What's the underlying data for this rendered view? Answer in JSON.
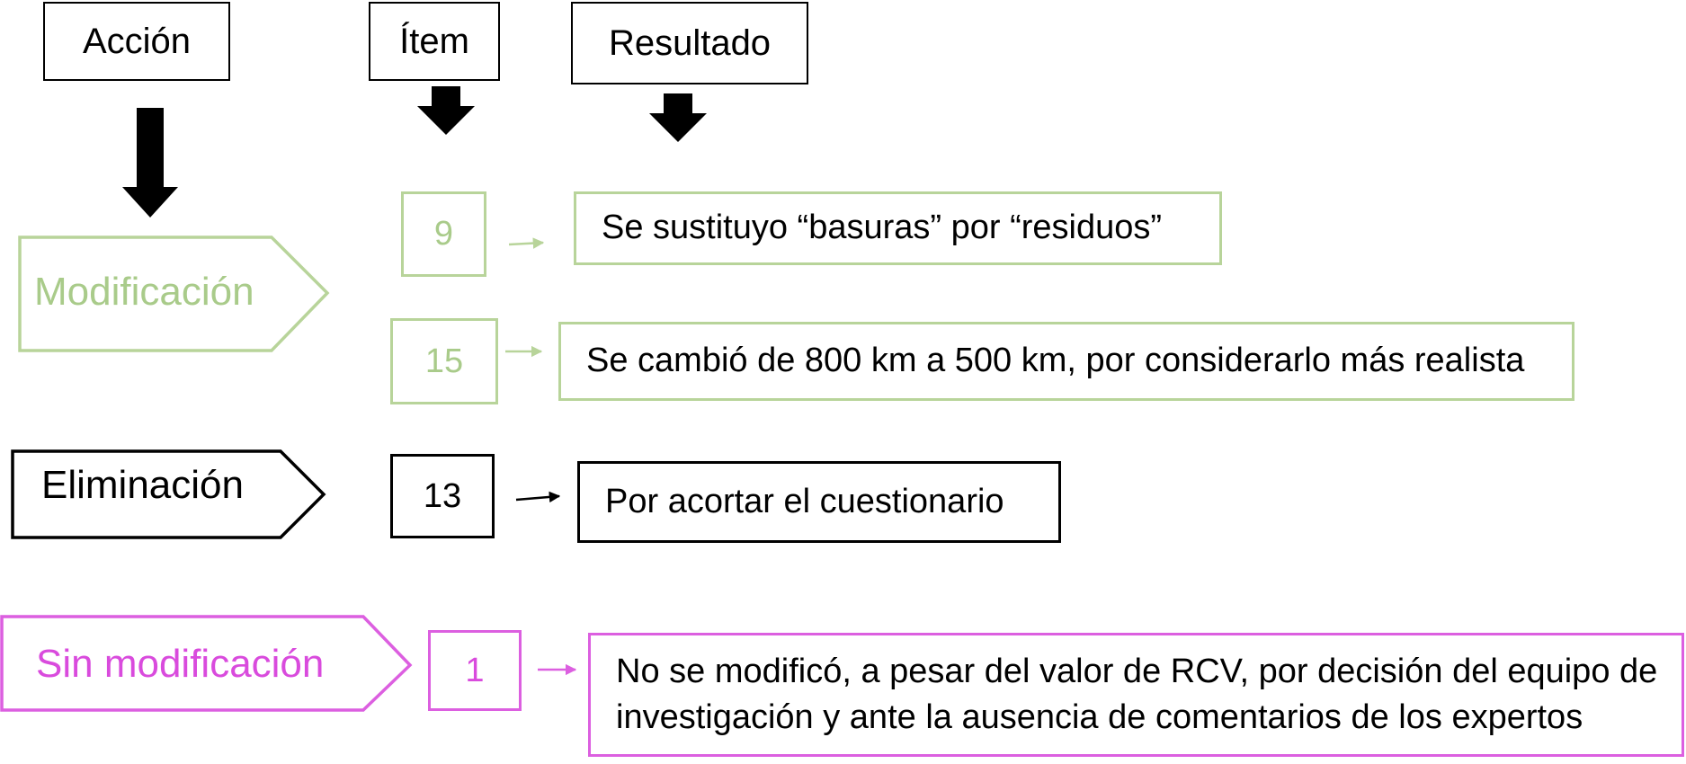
{
  "headers": {
    "accion": "Acción",
    "item": "Ítem",
    "resultado": "Resultado"
  },
  "rows": [
    {
      "action": "Modificación",
      "color": "#b8d49a",
      "items": [
        {
          "item": "9",
          "result": "Se sustituyo “basuras” por “residuos”"
        },
        {
          "item": "15",
          "result": "Se cambió de 800 km a 500 km, por considerarlo más realista"
        }
      ]
    },
    {
      "action": "Eliminación",
      "color": "#000000",
      "items": [
        {
          "item": "13",
          "result": "Por acortar el cuestionario"
        }
      ]
    },
    {
      "action": "Sin modificación",
      "color": "#dc5fe0",
      "items": [
        {
          "item": "1",
          "result": "No se modificó, a pesar del valor de RCV, por decisión del equipo de investigación y ante la ausencia de comentarios de los expertos"
        }
      ]
    }
  ]
}
